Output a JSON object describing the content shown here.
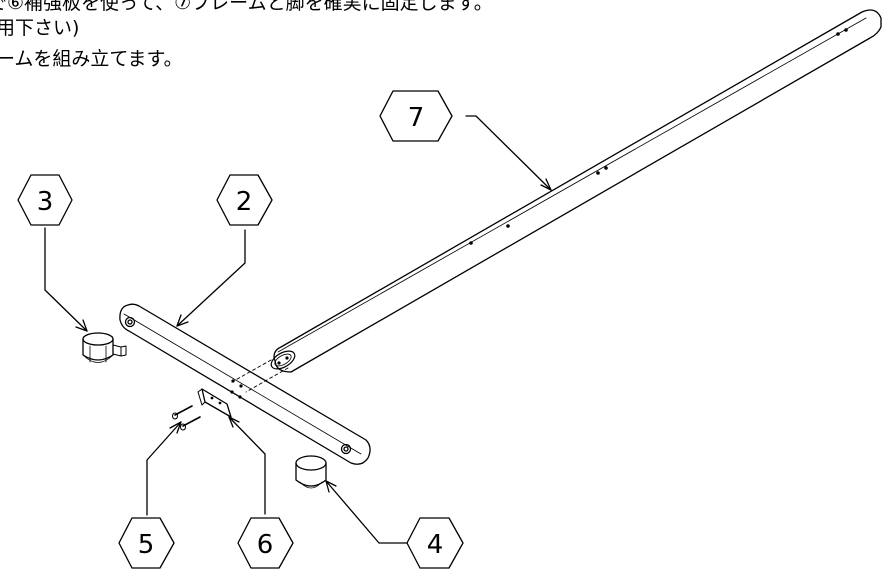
{
  "instructions": {
    "line1": "で⑥補強板を使って、⑦フレームと脚を確実に固定します。",
    "line2": "用下さい)",
    "line3": "ームを組み立てます。"
  },
  "parts": {
    "p2": "2",
    "p3": "3",
    "p4": "4",
    "p5": "5",
    "p6": "6",
    "p7": "7"
  },
  "colors": {
    "line": "#000000",
    "background": "#ffffff"
  }
}
